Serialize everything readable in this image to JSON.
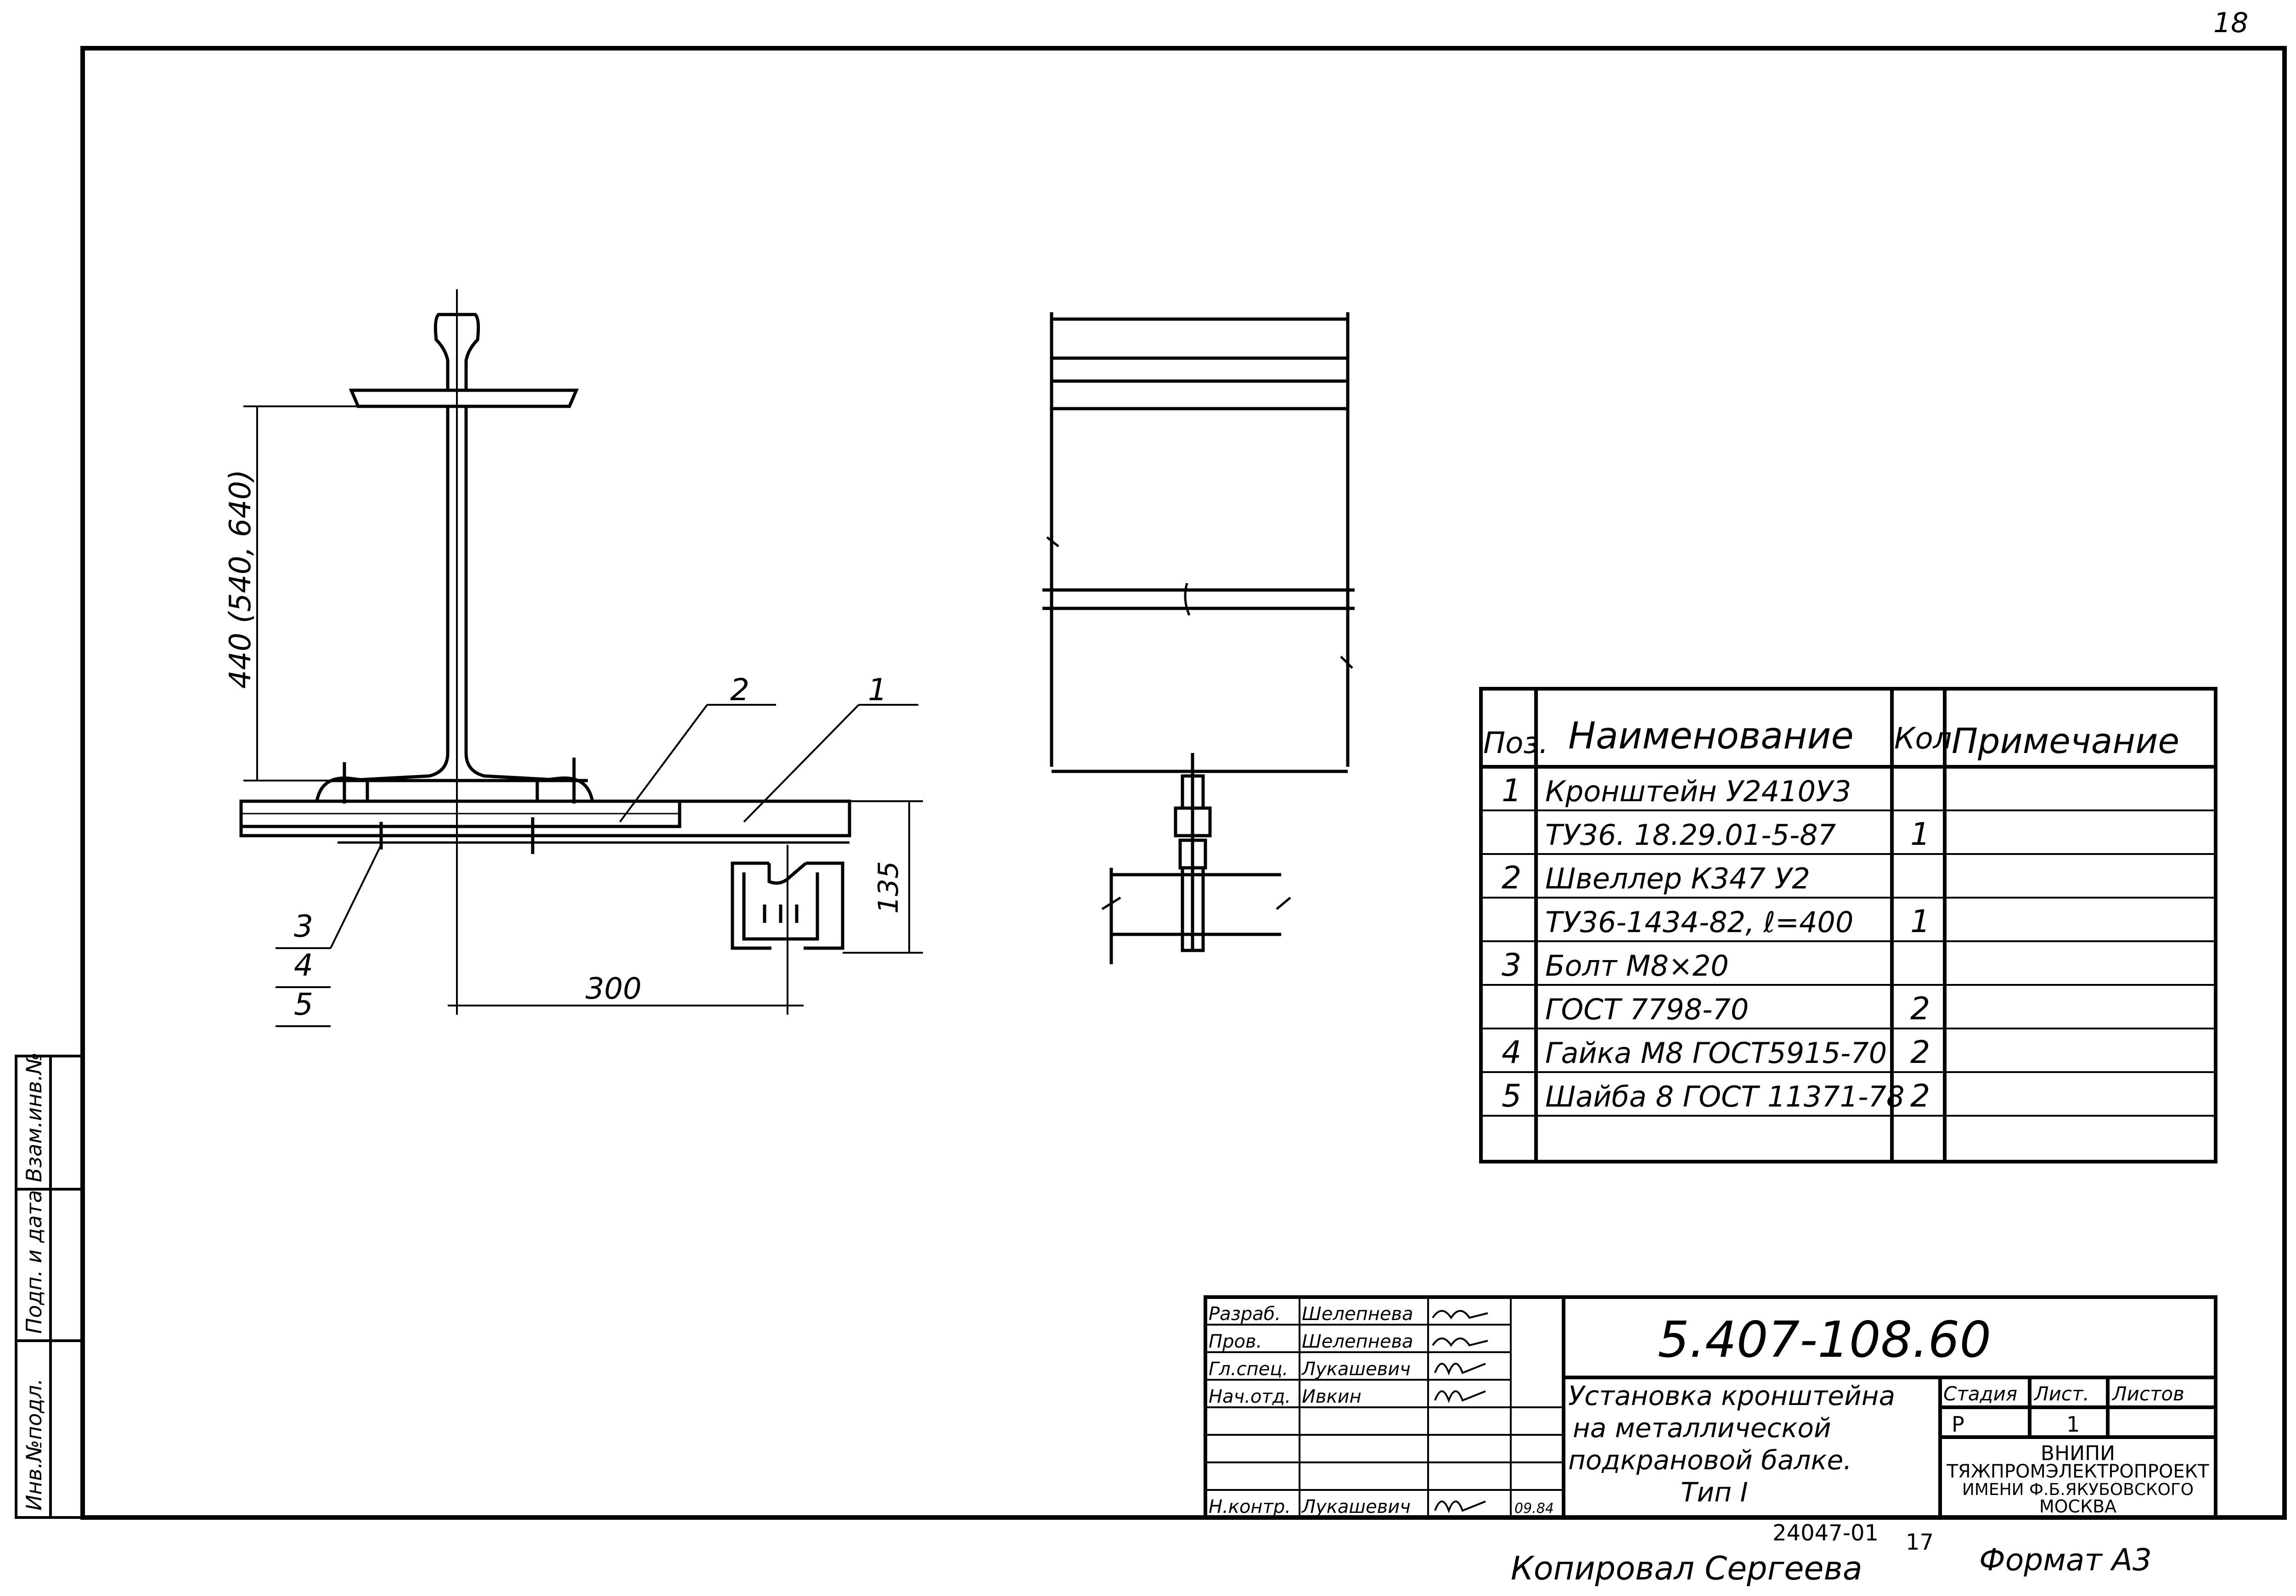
{
  "sheet": {
    "page_number": "18",
    "format": "Формат А3",
    "copied_by": "Копировал Сергеева",
    "inventory_code": "24047-01",
    "inventory_sheet": "17"
  },
  "side_stamp": {
    "inv_original": "Инв.№подл.",
    "signature_date": "Подп. и дата",
    "replaces_inv": "Взам.инв.№"
  },
  "drawing": {
    "dim_height": "440 (540, 640)",
    "dim_width": "300",
    "dim_offset": "135",
    "callouts": [
      "1",
      "2",
      "3",
      "4",
      "5"
    ]
  },
  "spec_table": {
    "headers": {
      "pos": "Поз.",
      "name": "Наименование",
      "qty": "Кол.",
      "note": "Примечание"
    },
    "rows": [
      {
        "pos": "1",
        "name": "Кронштейн У2410У3",
        "qty": ""
      },
      {
        "pos": "",
        "name": "ТУ36. 18.29.01-5-87",
        "qty": "1"
      },
      {
        "pos": "2",
        "name": "Швеллер К347 У2",
        "qty": ""
      },
      {
        "pos": "",
        "name": "ТУ36-1434-82, ℓ=400",
        "qty": "1"
      },
      {
        "pos": "3",
        "name": "Болт М8×20",
        "qty": ""
      },
      {
        "pos": "",
        "name": "ГОСТ 7798-70",
        "qty": "2"
      },
      {
        "pos": "4",
        "name": "Гайка М8 ГОСТ5915-70",
        "qty": "2"
      },
      {
        "pos": "5",
        "name": "Шайба 8 ГОСТ 11371-78",
        "qty": "2"
      },
      {
        "pos": "",
        "name": "",
        "qty": ""
      }
    ]
  },
  "title_block": {
    "doc_code": "5.407-108.60",
    "title_lines": [
      "Установка кронштейна",
      "на металлической",
      "подкрановой балке.",
      "Тип I"
    ],
    "stage_label": "Стадия",
    "sheet_label": "Лист.",
    "sheets_label": "Листов",
    "stage_value": "Р",
    "sheet_value": "1",
    "org_lines": [
      "ВНИПИ",
      "ТЯЖПРОМЭЛЕКТРОПРОЕКТ",
      "ИМЕНИ Ф.Б.ЯКУБОВСКОГО",
      "МОСКВА"
    ],
    "roles": [
      {
        "role": "Разраб.",
        "name": "Шелепнева",
        "date": ""
      },
      {
        "role": "Пров.",
        "name": "Шелепнева",
        "date": ""
      },
      {
        "role": "Гл.спец.",
        "name": "Лукашевич",
        "date": ""
      },
      {
        "role": "Нач.отд.",
        "name": "Ивкин",
        "date": ""
      },
      {
        "role": "Н.контр.",
        "name": "Лукашевич",
        "date": "09.84"
      }
    ]
  }
}
